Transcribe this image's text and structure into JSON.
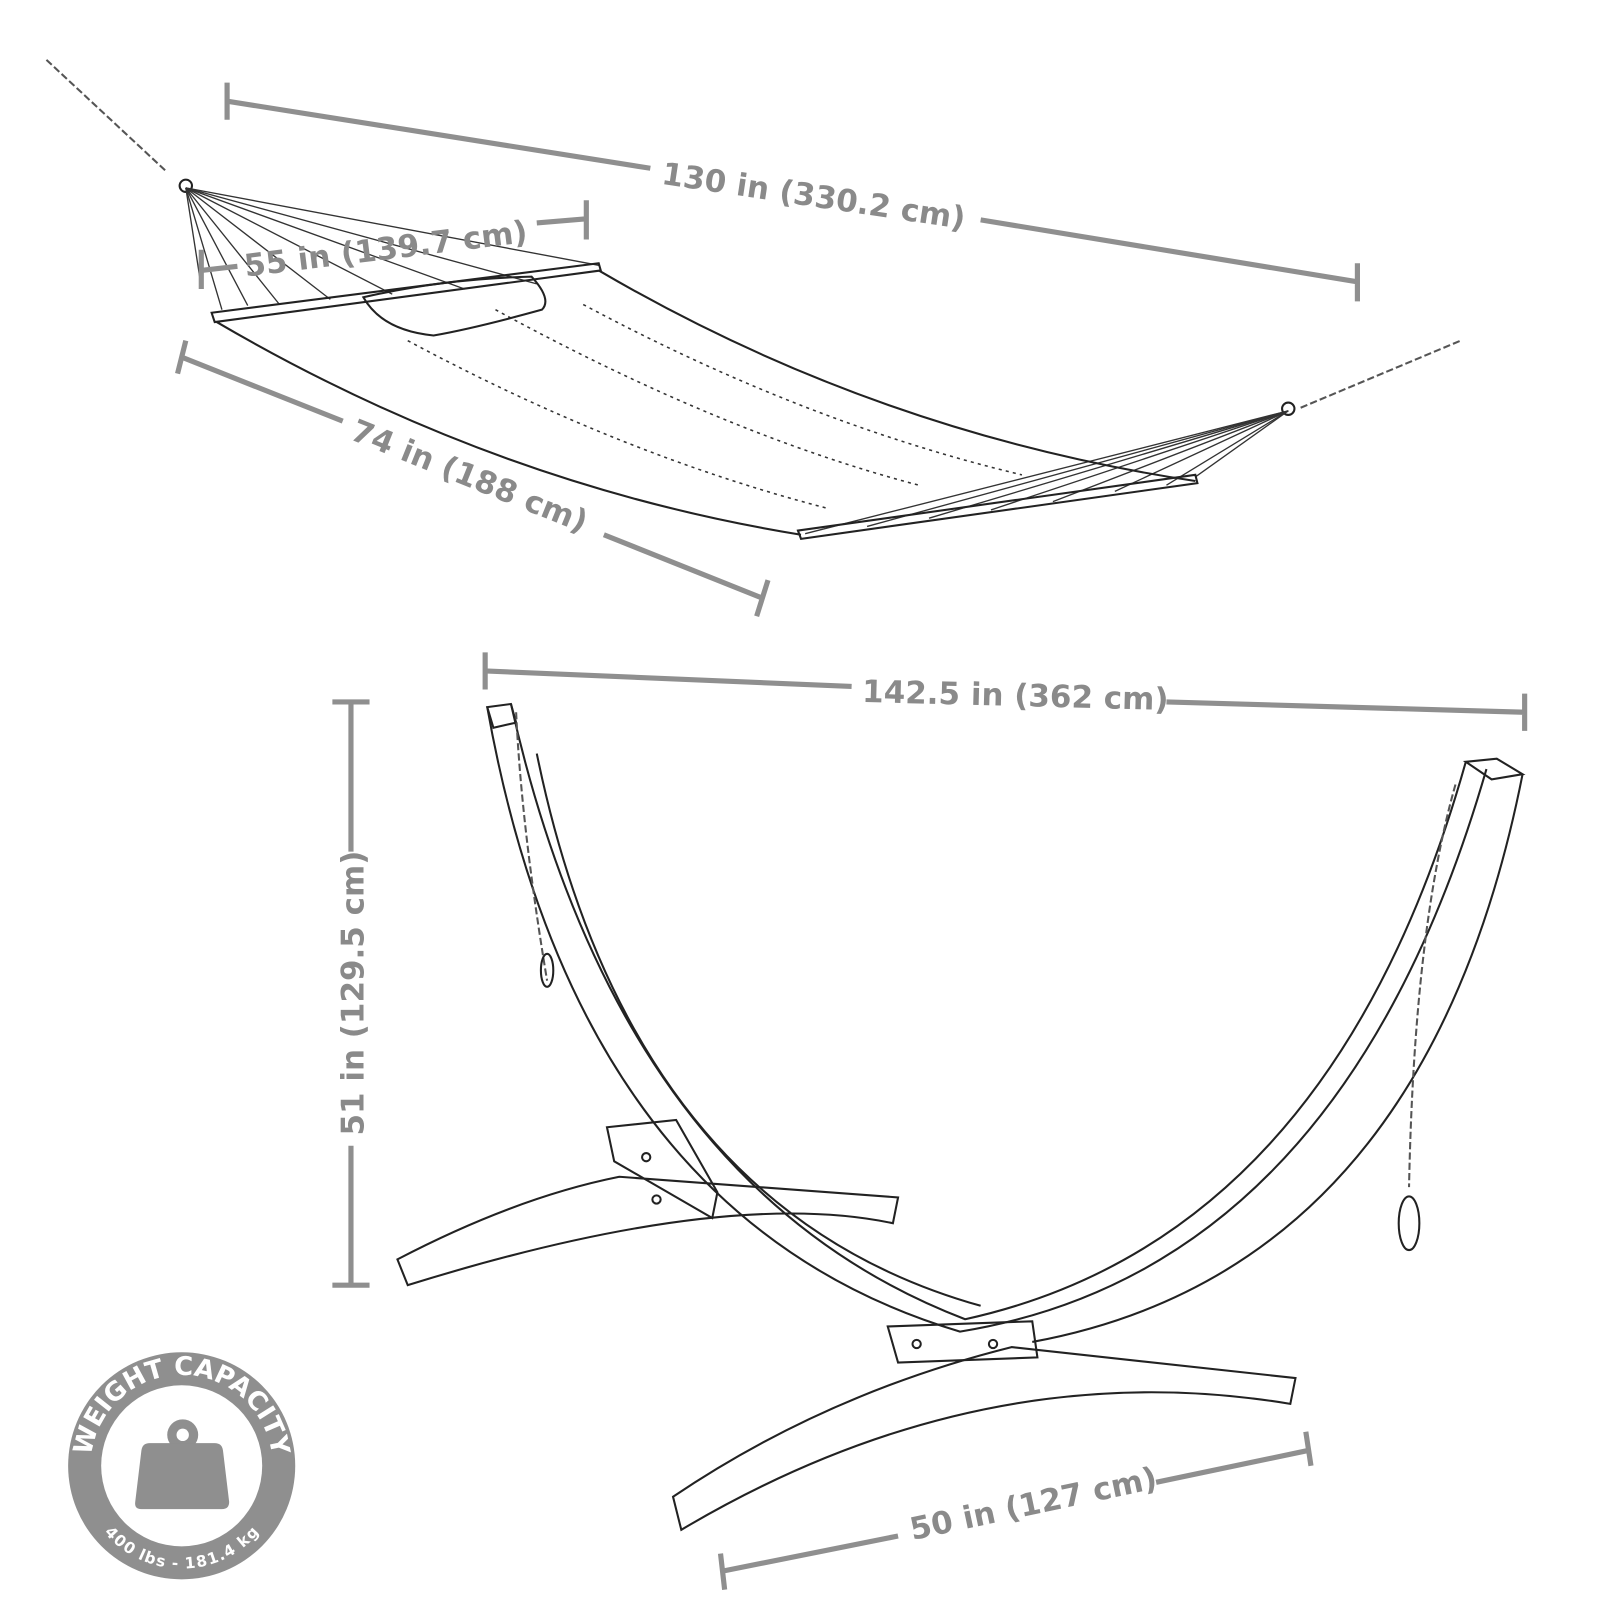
{
  "dimensions": {
    "hammock_length": "130 in (330.2 cm)",
    "bed_width": "55 in (139.7 cm)",
    "bed_length": "74 in (188 cm)",
    "stand_length": "142.5 in (362 cm)",
    "stand_height": "51 in (129.5 cm)",
    "stand_width": "50 in (127 cm)"
  },
  "badge": {
    "title": "WEIGHT CAPACITY",
    "value": "400 lbs - 181.4 kg",
    "icon": "weight-icon",
    "color": "#8f8f8f"
  },
  "colors": {
    "dimension_line": "#8f8f8f",
    "drawing_line": "#222222"
  }
}
